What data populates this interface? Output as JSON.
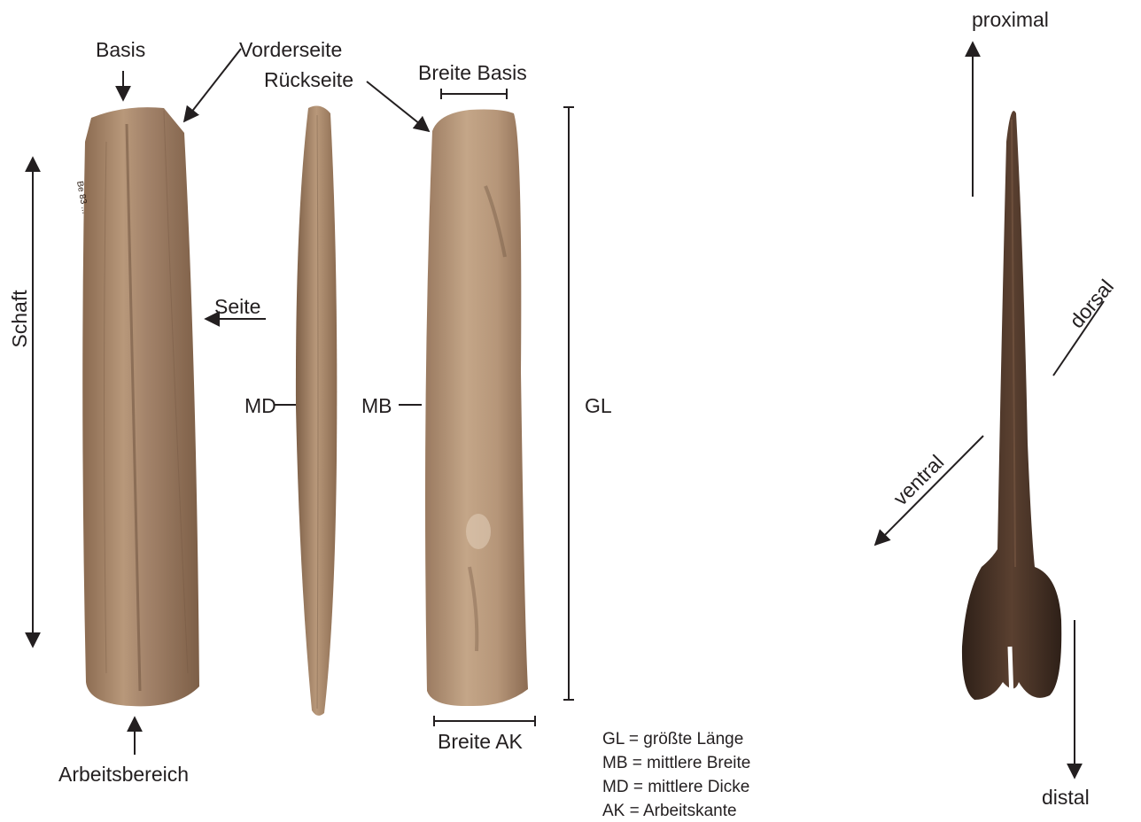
{
  "labels": {
    "basis": "Basis",
    "vorderseite": "Vorderseite",
    "rueckseite": "Rückseite",
    "breite_basis": "Breite Basis",
    "schaft": "Schaft",
    "seite": "Seite",
    "md": "MD",
    "mb": "MB",
    "gl": "GL",
    "breite_ak": "Breite AK",
    "arbeitsbereich": "Arbeitsbereich",
    "proximal": "proximal",
    "dorsal": "dorsal",
    "ventral": "ventral",
    "distal": "distal"
  },
  "legend": [
    "GL = größte Länge",
    "MB = mittlere Breite",
    "MD = mittlere Dicke",
    "AK = Arbeitskante"
  ],
  "colors": {
    "bone_light": "#b8987a",
    "bone_mid": "#9c7b5e",
    "bone_dark": "#6f5440",
    "metapodial": "#4a3426",
    "metapodial_dark": "#2e2018",
    "text": "#231f20"
  }
}
